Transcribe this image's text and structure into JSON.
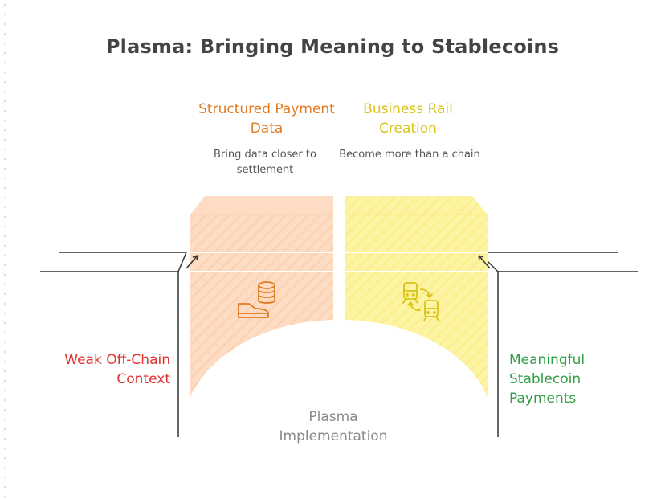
{
  "title": "Plasma: Bringing Meaning to Stablecoins",
  "pillars": [
    {
      "heading": "Structured Payment Data",
      "description": "Bring data closer to settlement",
      "color": "#e07b22",
      "fill": "#fddcc3",
      "icon": "coin-stack-shoe-icon"
    },
    {
      "heading": "Business Rail Creation",
      "description": "Become more than a chain",
      "color": "#d9c419",
      "fill": "#fcf4a3",
      "icon": "train-exchange-icon"
    }
  ],
  "left_label": {
    "text": "Weak Off-Chain Context",
    "color": "#e03131"
  },
  "right_label": {
    "text": "Meaningful Stablecoin Payments",
    "color": "#2f9e44"
  },
  "bottom_label": "Plasma Implementation"
}
